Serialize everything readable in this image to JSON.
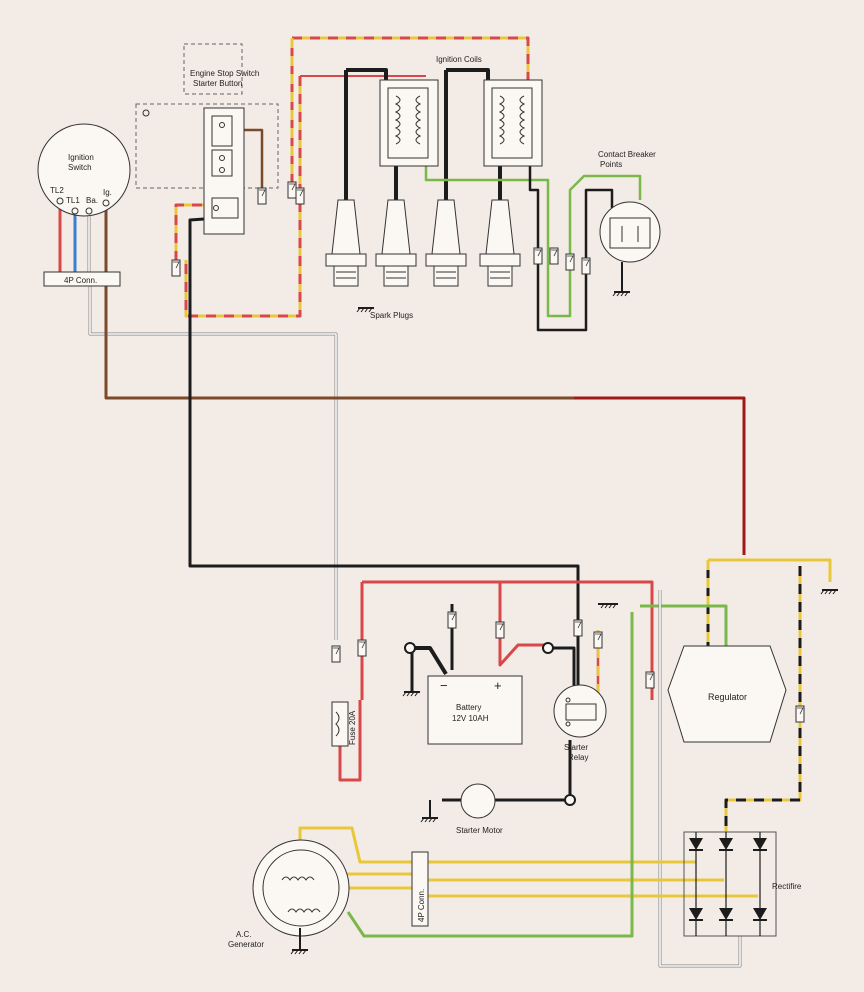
{
  "diagram": {
    "labels": {
      "engine_stop_switch": "Engine Stop Switch",
      "starter_button": "Starter Button",
      "ignition_coils": "Ignition Coils",
      "contact_breaker_line1": "Contact Breaker",
      "contact_breaker_line2": "Points",
      "ignition_switch_line1": "Ignition",
      "ignition_switch_line2": "Switch",
      "terminal_tl2": "TL2",
      "terminal_tl1": "TL1",
      "terminal_ba": "Ba.",
      "terminal_ig": "Ig.",
      "conn_4p_top": "4P Conn.",
      "spark_plugs": "Spark Plugs",
      "battery_line1": "Battery",
      "battery_line2": "12V 10AH",
      "battery_minus": "−",
      "battery_plus": "+",
      "fuse": "Fuse 20A",
      "starter_relay_line1": "Starter",
      "starter_relay_line2": "Relay",
      "regulator": "Regulator",
      "starter_motor": "Starter Motor",
      "conn_4p_bottom": "4P Conn.",
      "rectifier": "Rectifire",
      "ac_generator_line1": "A.C.",
      "ac_generator_line2": "Generator"
    },
    "wire_colors": {
      "black": "#1c1c1c",
      "brown": "#7a4a2a",
      "red": "#d8484a",
      "yellow": "#e8c83a",
      "green": "#7ab84a",
      "blue": "#3b7fd0",
      "white": "#fafafa",
      "dark_red": "#a01818"
    }
  }
}
